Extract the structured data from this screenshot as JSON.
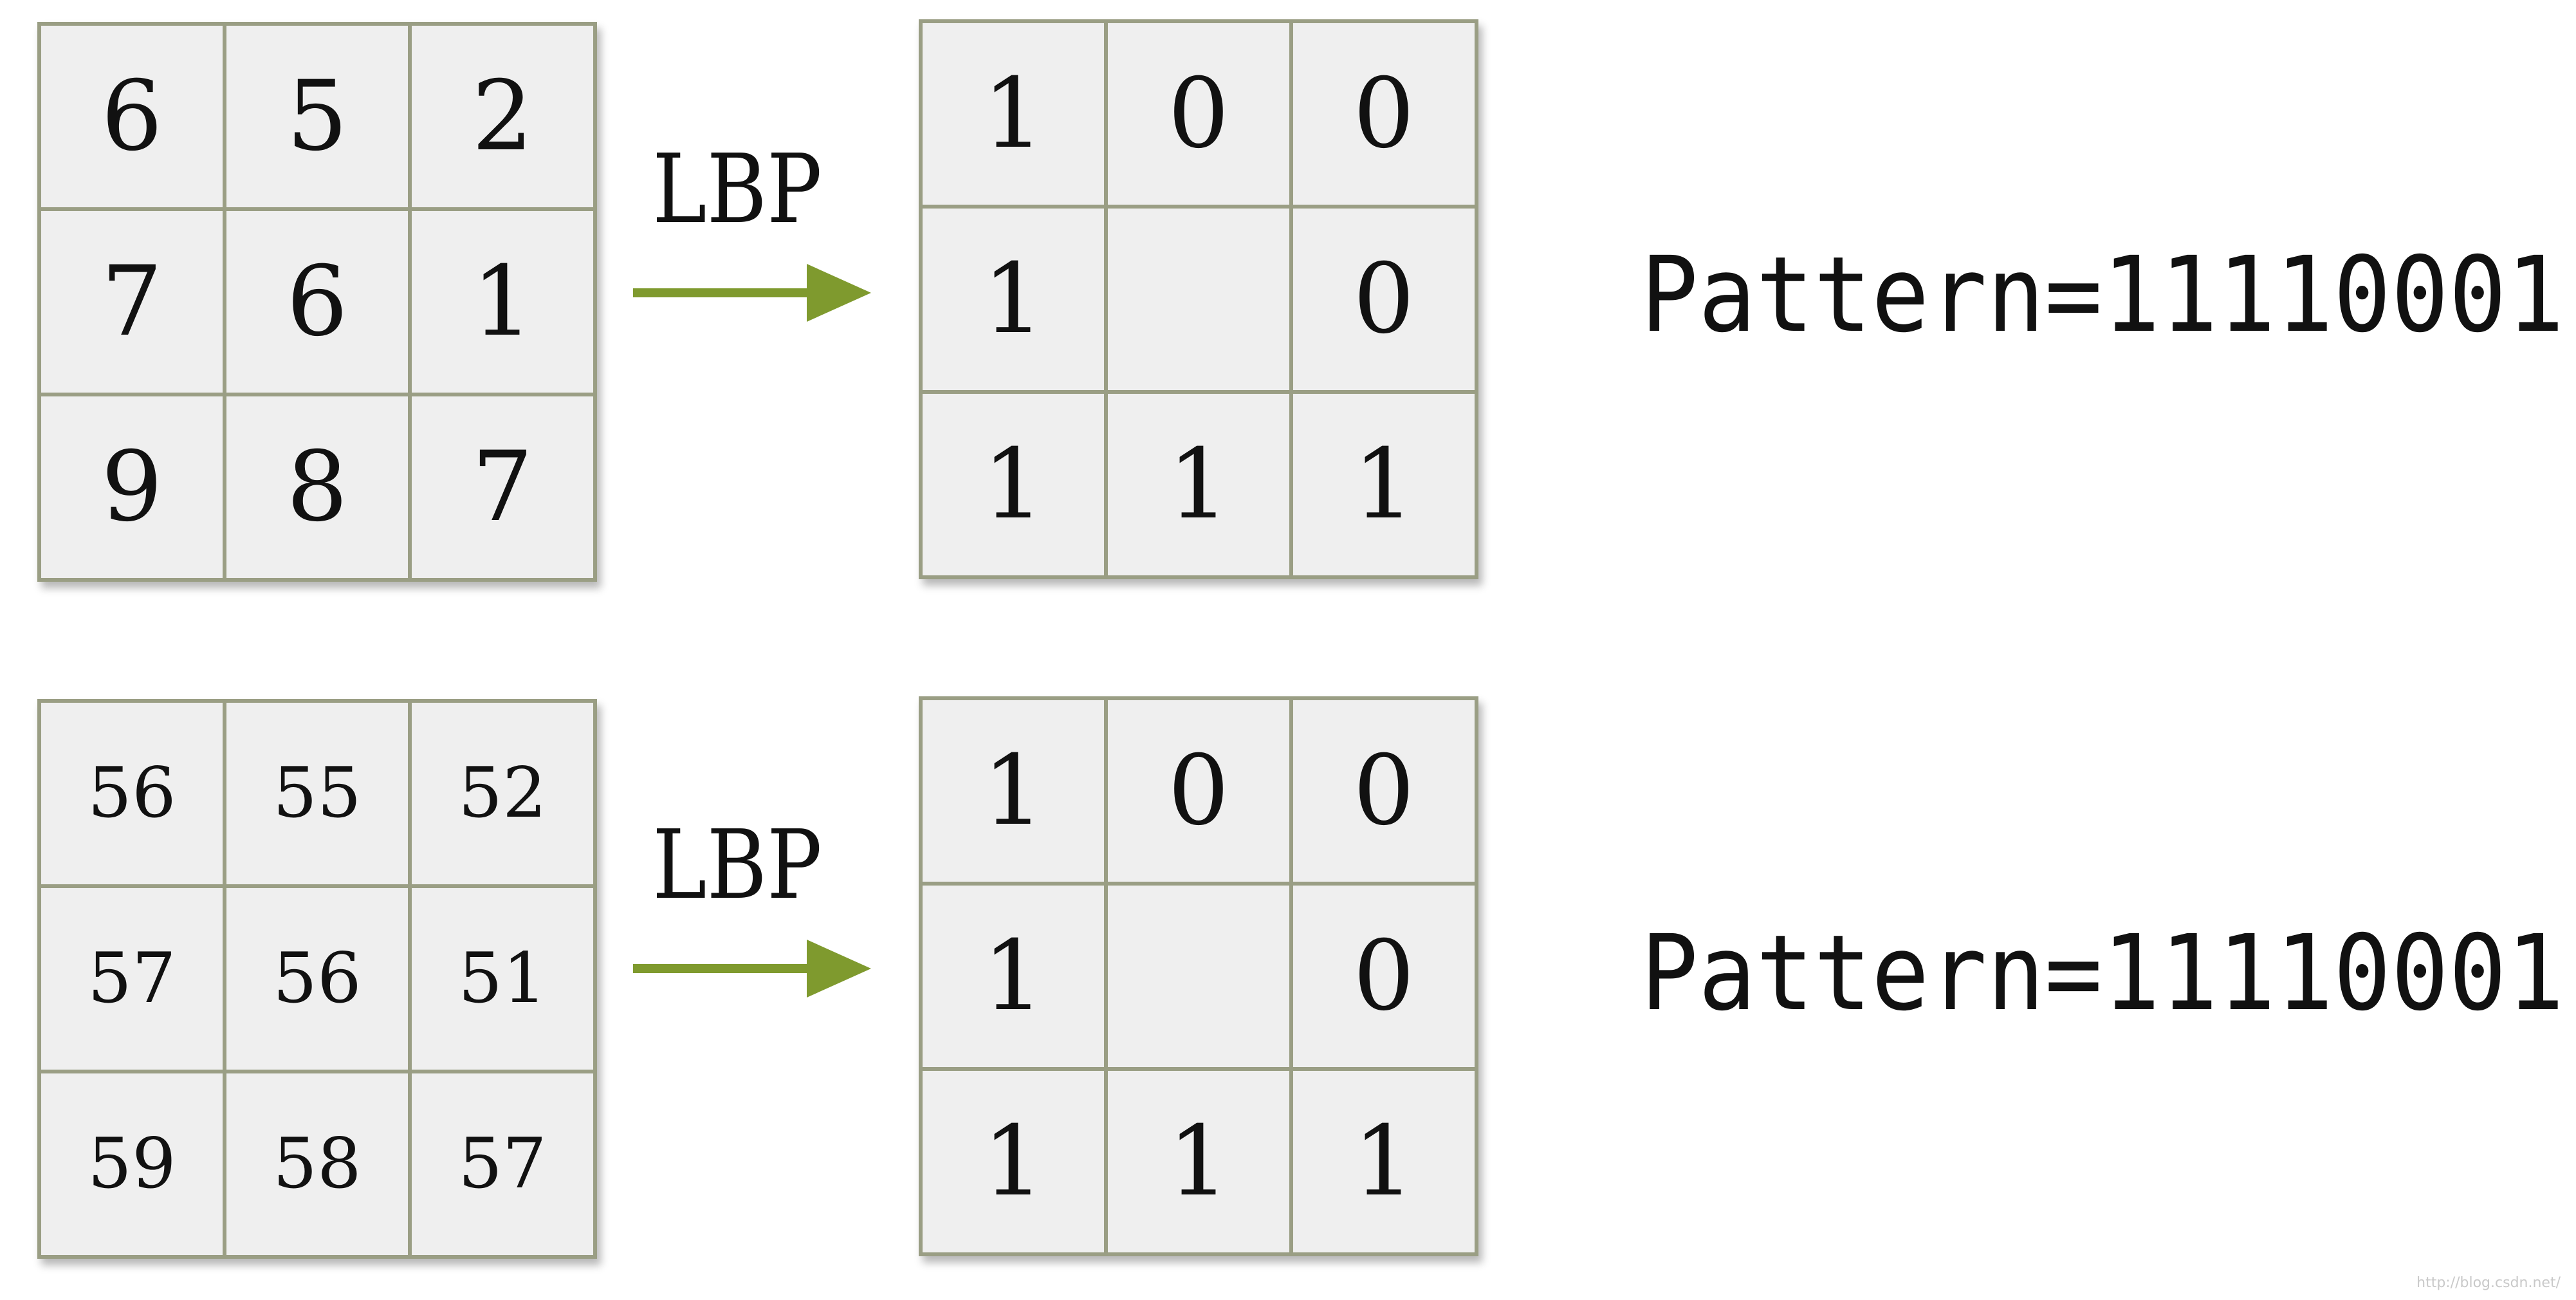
{
  "examples": [
    {
      "input_grid": [
        [
          "6",
          "5",
          "2"
        ],
        [
          "7",
          "6",
          "1"
        ],
        [
          "9",
          "8",
          "7"
        ]
      ],
      "arrow_label": "LBP",
      "output_grid": [
        [
          "1",
          "0",
          "0"
        ],
        [
          "1",
          "",
          "0"
        ],
        [
          "1",
          "1",
          "1"
        ]
      ],
      "pattern_text": "Pattern=11110001"
    },
    {
      "input_grid": [
        [
          "56",
          "55",
          "52"
        ],
        [
          "57",
          "56",
          "51"
        ],
        [
          "59",
          "58",
          "57"
        ]
      ],
      "arrow_label": "LBP",
      "output_grid": [
        [
          "1",
          "0",
          "0"
        ],
        [
          "1",
          "",
          "0"
        ],
        [
          "1",
          "1",
          "1"
        ]
      ],
      "pattern_text": "Pattern=11110001"
    }
  ],
  "watermark": "http://blog.csdn.net/",
  "colors": {
    "grid_border": "#9a9e84",
    "cell_fill": "#efefef",
    "arrow": "#7f9a2e",
    "text": "#111111"
  }
}
